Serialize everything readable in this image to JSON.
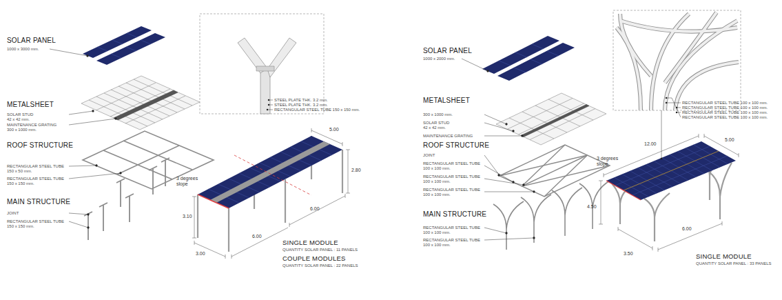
{
  "diagram": {
    "labels": [
      "SOLAR PANEL",
      "1000 x 3000 mm.",
      "METALSHEET",
      "SOLAR STUD",
      "42 x 42 mm.",
      "MAINTENANCE GRATING",
      "300 x 1000 mm.",
      "ROOF STRUCTURE",
      "RECTANGULAR STEEL TUBE",
      "150 x 50 mm.",
      "RECTANGULAR STEEL TUBE",
      "150 x 150 mm.",
      "MAIN STRUCTURE",
      "JOINT",
      "RECTANGULAR STEEL TUBE",
      "150 x 150 mm.",
      "STEEL PLATE THK. 3.2 mm.",
      "STEEL PLATE THK. 3.2 mm.",
      "RECTANGULAR STEEL TUBE 150 x 150 mm.",
      "5.00",
      "2.80",
      "3 degrees slope",
      "3.10",
      "6.00",
      "6.00",
      "3.00",
      "SINGLE MODULE",
      "QUANTITY SOLAR PANEL : 11 PANELS",
      "COUPLE MODULES",
      "QUANTITY SOLAR PANEL : 22 PANELS",
      "SOLAR PANEL",
      "1000 x 2000 mm.",
      "METALSHEET",
      "300 x 1000 mm.",
      "SOLAR STUD",
      "42 x 42 mm.",
      "MAINTENANCE GRATING",
      "ROOF STRUCTURE",
      "JOINT",
      "RECTANGULAR STEEL TUBE",
      "100 x 100 mm.",
      "RECTANGULAR STEEL TUBE",
      "100 x 100 mm.",
      "RECTANGULAR STEEL TUBE",
      "100 x 100 mm.",
      "MAIN STRUCTURE",
      "RECTANGULAR STEEL TUBE",
      "100 x 100 mm.",
      "RECTANGULAR STEEL TUBE",
      "100 x 100 mm.",
      "RECTANGULAR STEEL TUBE 100 x 100 mm.",
      "RECTANGULAR STEEL TUBE 100 x 100 mm.",
      "RECTANGULAR STEEL TUBE 100 x 100 mm.",
      "RECTANGULAR STEEL TUBE 100 x 100 mm.",
      "5.00",
      "12.00",
      "3 degrees slope",
      "4.50",
      "3.50",
      "6.00",
      "SINGLE MODULE",
      "QUANTITY SOLAR PANEL : 33 PANELS"
    ]
  }
}
